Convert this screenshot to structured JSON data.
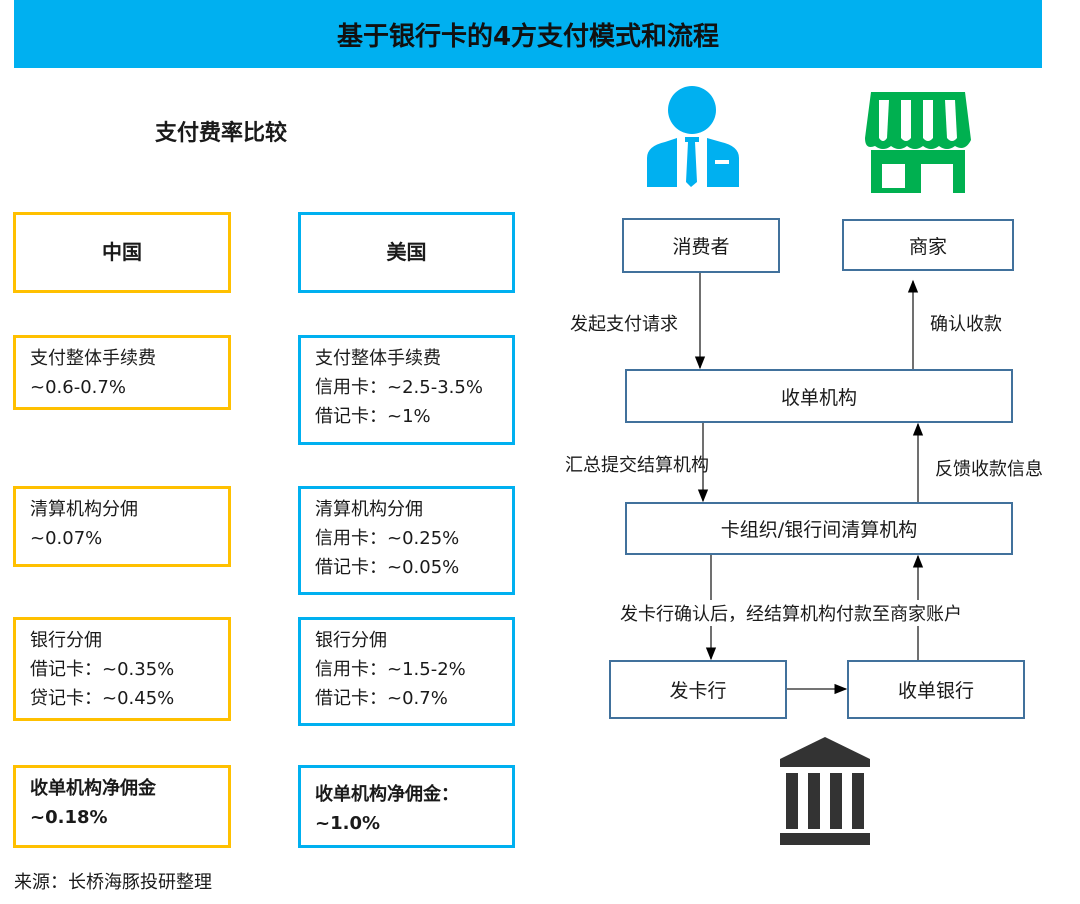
{
  "title": "基于银行卡的4方支付模式和流程",
  "subtitle": "支付费率比较",
  "china": {
    "header": "中国",
    "boxes": [
      {
        "lines": [
          "支付整体手续费",
          "~0.6-0.7%"
        ]
      },
      {
        "lines": [
          "清算机构分佣",
          "~0.07%"
        ]
      },
      {
        "lines": [
          "银行分佣",
          "借记卡：~0.35%",
          "贷记卡：~0.45%"
        ]
      },
      {
        "lines": [
          "收单机构净佣金",
          "~0.18%"
        ]
      }
    ]
  },
  "usa": {
    "header": "美国",
    "boxes": [
      {
        "lines": [
          "支付整体手续费",
          "信用卡：~2.5-3.5%",
          "借记卡：~1%"
        ]
      },
      {
        "lines": [
          "清算机构分佣",
          "信用卡：~0.25%",
          "借记卡：~0.05%"
        ]
      },
      {
        "lines": [
          "银行分佣",
          "信用卡：~1.5-2%",
          "借记卡：~0.7%"
        ]
      },
      {
        "lines": [
          "收单机构净佣金：",
          "~1.0%"
        ]
      }
    ]
  },
  "flow": {
    "nodes": {
      "consumer": "消费者",
      "merchant": "商家",
      "acquirer": "收单机构",
      "network": "卡组织/银行间清算机构",
      "issuer": "发卡行",
      "acq_bank": "收单银行"
    },
    "labels": {
      "pay_request": "发起支付请求",
      "confirm": "确认收款",
      "submit": "汇总提交结算机构",
      "feedback": "反馈收款信息",
      "settle": "发卡行确认后，经结算机构付款至商家账户"
    }
  },
  "colors": {
    "title_bg": "#00b0f0",
    "china": "#ffc000",
    "usa": "#00b0f0",
    "person": "#00b0f0",
    "store": "#00b050",
    "bank": "#333333"
  },
  "source": "来源：长桥海豚投研整理"
}
